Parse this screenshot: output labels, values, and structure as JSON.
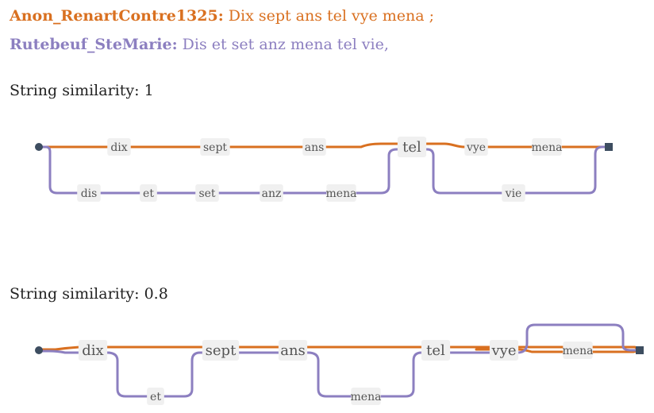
{
  "colors": {
    "witness_a": "#d97020",
    "witness_b": "#8c7fc0",
    "node_bg": "#f0f0f0",
    "node_text": "#555555",
    "terminal": "#3d4d60"
  },
  "witnesses": [
    {
      "sigil": "Anon_RenartContre1325:",
      "text": "Dix sept ans tel vye mena ;"
    },
    {
      "sigil": "Rutebeuf_SteMarie:",
      "text": "Dis et set anz mena tel vie,"
    }
  ],
  "alignments": [
    {
      "heading_label": "String similarity:",
      "heading_value": "1",
      "nodes": [
        "dix",
        "sept",
        "ans",
        "tel",
        "vye",
        "mena",
        "dis",
        "et",
        "set",
        "anz",
        "mena",
        "vie"
      ]
    },
    {
      "heading_label": "String similarity:",
      "heading_value": "0.8",
      "nodes": [
        "dix",
        "sept",
        "ans",
        "tel",
        "vye",
        "mena",
        "et",
        "mena"
      ]
    }
  ]
}
